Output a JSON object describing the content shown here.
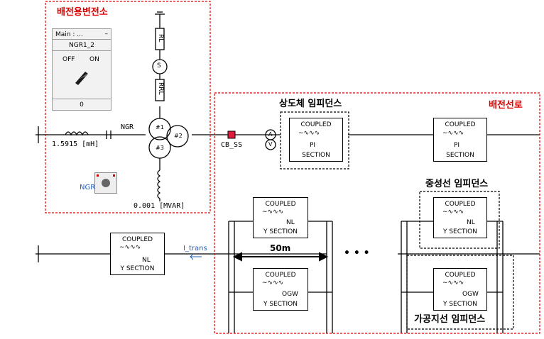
{
  "substation_label": "배전용변전소",
  "line_label": "배전선로",
  "conductor_impedance_label": "상도체 임피던스",
  "neutral_impedance_label": "중성선 임피던스",
  "overhead_ground_impedance_label": "가공지선 임피던스",
  "breaker_panel": {
    "header": "Main : ...",
    "minimize": "–",
    "name": "NGR1_2",
    "off_label": "OFF",
    "on_label": "ON",
    "value": "0"
  },
  "components": {
    "rl": "RL",
    "rrl": "RRL",
    "ngr": "NGR",
    "ngr_switch": "NGR",
    "inductance": "1.5915 [mH]",
    "capacitor": "0.001 [MVAR]",
    "breaker": "CB_SS",
    "current_meter": "A",
    "voltage_meter": "V",
    "current_probe": "I_trans",
    "winding1": "#1",
    "winding2": "#2",
    "winding3": "#3",
    "source": "S"
  },
  "span_length": "50m",
  "ellipsis": "• • •",
  "blocks": {
    "coupled": "COUPLED",
    "pi_section": "PI\nSECTION",
    "pi": "PI",
    "section": "SECTION",
    "y_section": "Y SECTION",
    "nl": "NL",
    "ogw": "OGW"
  }
}
